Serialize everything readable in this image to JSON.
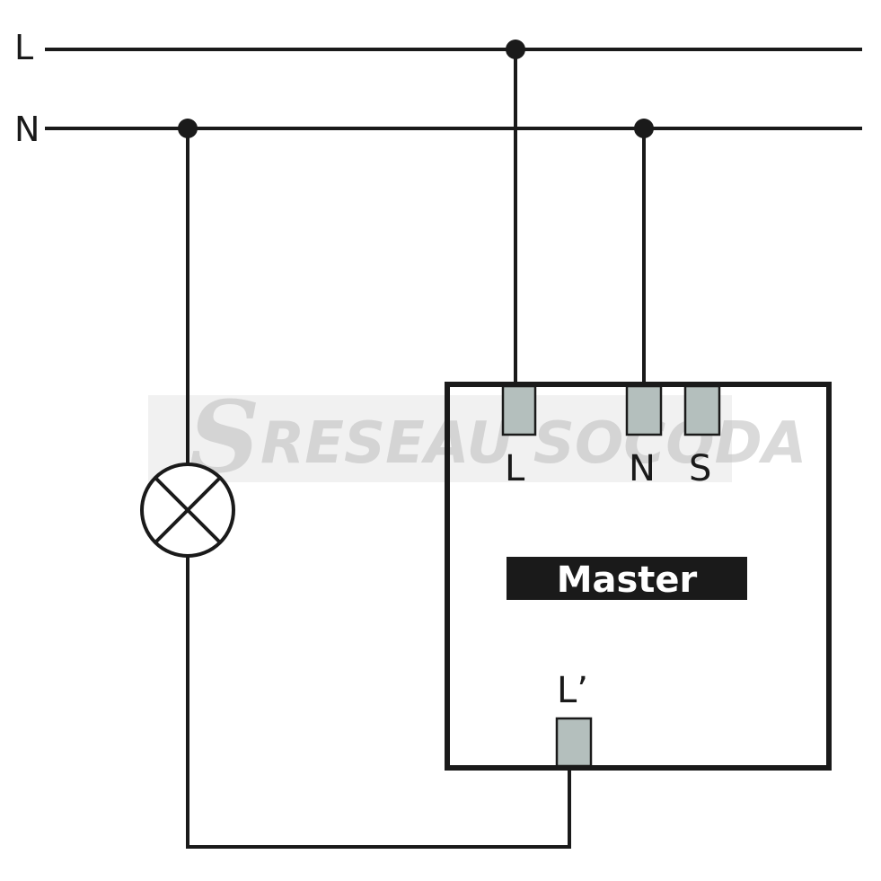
{
  "rails": {
    "line_label": "L",
    "neutral_label": "N"
  },
  "module": {
    "title": "Master",
    "terminal_l": "L",
    "terminal_n": "N",
    "terminal_s": "S",
    "terminal_load": "L’"
  },
  "watermark": {
    "text": "RESEAU SOCODA",
    "logo_letter": "S"
  },
  "colors": {
    "wire": "#1a1a1a",
    "terminal_fill": "#b4bfbd",
    "label_bar": "#1a1a1a",
    "label_text": "#ffffff"
  },
  "icons": {
    "lamp": "lamp-icon"
  }
}
